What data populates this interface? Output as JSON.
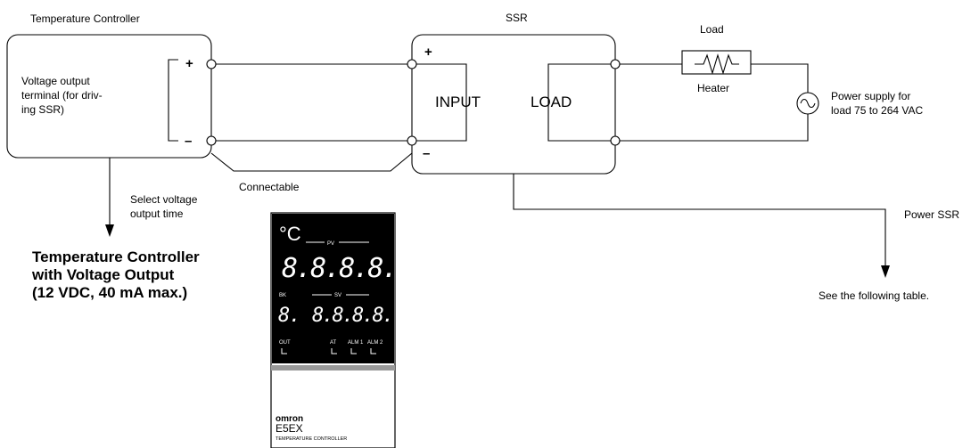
{
  "temperature_controller": {
    "heading": "Temperature Controller",
    "terminal_label_lines": [
      "Voltage output",
      "terminal (for driv-",
      "ing SSR)"
    ],
    "plus_sign": "+",
    "minus_sign": "–"
  },
  "ssr": {
    "heading": "SSR",
    "input_label": "INPUT",
    "load_label": "LOAD",
    "plus_sign": "+",
    "minus_sign": "–"
  },
  "load": {
    "heading": "Load",
    "heater_label": "Heater",
    "power_supply_lines": [
      "Power supply for",
      "load 75 to 264 VAC"
    ]
  },
  "wiring": {
    "connectable_label": "Connectable",
    "select_voltage_lines": [
      "Select voltage",
      "output time"
    ],
    "power_ssr_label": "Power SSR",
    "see_table_label": "See the following table."
  },
  "product_title_lines": [
    "Temperature Controller",
    "with Voltage Output",
    "(12 VDC, 40 mA max.)"
  ],
  "device": {
    "unit": "°C",
    "pv_label": "PV",
    "pv_digits": "8.8.8.8.",
    "bk_label": "BK",
    "bk_digit": "8.",
    "sv_label": "SV",
    "sv_digits": "8.8.8.8.",
    "indicators": [
      "OUT",
      "AT",
      "ALM 1",
      "ALM 2"
    ],
    "brand": "omron",
    "model": "E5EX",
    "model_caption": "TEMPERATURE CONTROLLER"
  }
}
